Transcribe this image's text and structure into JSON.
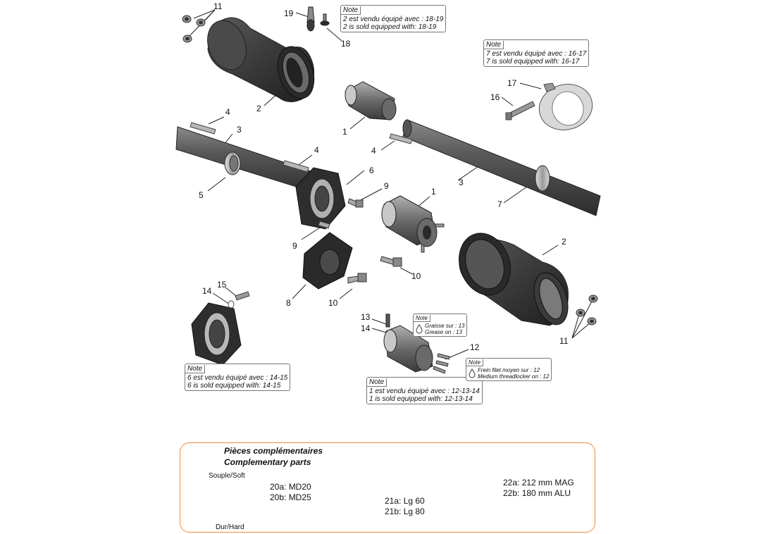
{
  "callouts": {
    "c11_top": "11",
    "c19": "19",
    "c18": "18",
    "c2_top": "2",
    "c4_a": "4",
    "c3_a": "3",
    "c1_top": "1",
    "c4_b": "4",
    "c4_c": "4",
    "c6": "6",
    "c5": "5",
    "c9_a": "9",
    "c9_b": "9",
    "c1_mid": "1",
    "c3_b": "3",
    "c7": "7",
    "c17": "17",
    "c16": "16",
    "c2_mid": "2",
    "c10_a": "10",
    "c10_b": "10",
    "c8": "8",
    "c15": "15",
    "c14_a": "14",
    "c13": "13",
    "c14_b": "14",
    "c12": "12",
    "c11_bot": "11"
  },
  "notes": {
    "label": "Note",
    "n2_fr": "2 est vendu équipé avec : 18-19",
    "n2_en": "2 is sold equipped with: 18-19",
    "n7_fr": "7 est vendu équipé avec : 16-17",
    "n7_en": "7 is sold equipped with: 16-17",
    "n6_fr": "6 est vendu équipé avec : 14-15",
    "n6_en": "6 is sold equipped with: 14-15",
    "n1_fr": "1 est vendu équipé avec : 12-13-14",
    "n1_en": "1 is sold equipped with: 12-13-14",
    "grease_fr": "Graisse sur : 13",
    "grease_en": "Grease on : 13",
    "thread_fr": "Frein filet moyen sur : 12",
    "thread_en": "Medium threadlocker on : 12"
  },
  "complementary": {
    "title_fr": "Pièces complémentaires",
    "title_en": "Complementary parts",
    "soft_label": "Souple/Soft",
    "hard_label": "Dur/Hard",
    "axle_a": "20a: MD20",
    "axle_b": "20b: MD25",
    "hub_a": "21a: Lg 60",
    "hub_b": "21b: Lg 80",
    "wheel_a": "22a: 212 mm MAG",
    "wheel_b": "22b: 180 mm ALU"
  },
  "colors": {
    "accent_border": "#f08a3c",
    "part_dark": "#3a3a3a",
    "part_mid": "#6e6e6e",
    "part_light": "#a8a8a8"
  }
}
